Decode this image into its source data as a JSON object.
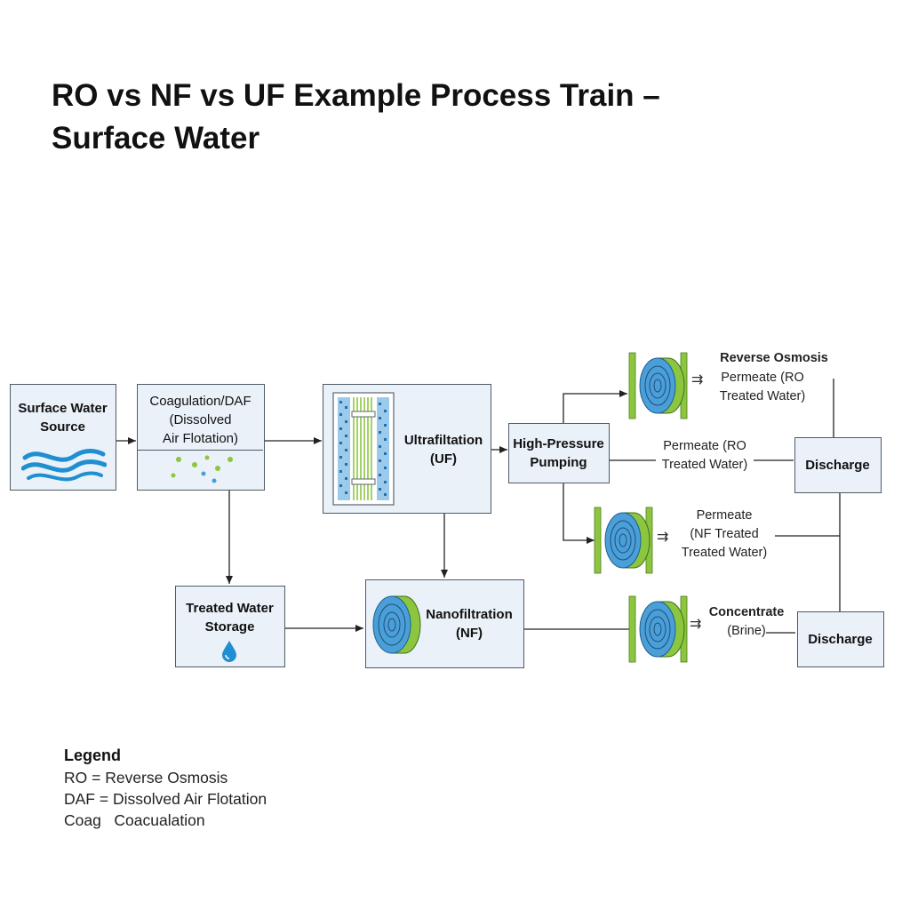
{
  "title": {
    "line1": "RO vs NF vs UF Example Process Train –",
    "line2": "Surface Water"
  },
  "nodes": {
    "source": {
      "line1": "Surface Water",
      "line2": "Source"
    },
    "coag": {
      "line1": "Coagulation/DAF",
      "line2": "(Dissolved",
      "line3": "Air Flotation)"
    },
    "uf": {
      "line1": "Ultrafiltation",
      "line2": "(UF)"
    },
    "hpp": {
      "line1": "High-Pressure",
      "line2": "Pumping"
    },
    "discharge_top": "Discharge",
    "discharge_bottom": "Discharge",
    "storage": {
      "line1": "Treated Water",
      "line2": "Storage"
    },
    "nf": {
      "line1": "Nanofiltration",
      "line2": "(NF)"
    }
  },
  "flow_labels": {
    "ro_title": "Reverse Osmosis",
    "ro_perm_1": "Permeate (RO",
    "ro_perm_2": "Treated Water)",
    "mid_perm_1": "Permeate (RO",
    "mid_perm_2": "Treated Water)",
    "nf_perm_1": "Permeate",
    "nf_perm_2": "(NF Treated",
    "nf_perm_3": "Treated Water)",
    "conc_1": "Concentrate",
    "conc_2": "(Brine)",
    "double_arrow": "⇉"
  },
  "legend": {
    "title": "Legend",
    "items": [
      "RO = Reverse Osmosis",
      "DAF = Dissolved Air Flotation",
      "Coag   Coacualation"
    ]
  },
  "colors": {
    "box_fill": "#eaf1f8",
    "box_border": "#4f5b66",
    "membrane_blue": "#4a9fd8",
    "membrane_green": "#8cc63f",
    "water_blue": "#1f8fd1",
    "line": "#222222"
  }
}
